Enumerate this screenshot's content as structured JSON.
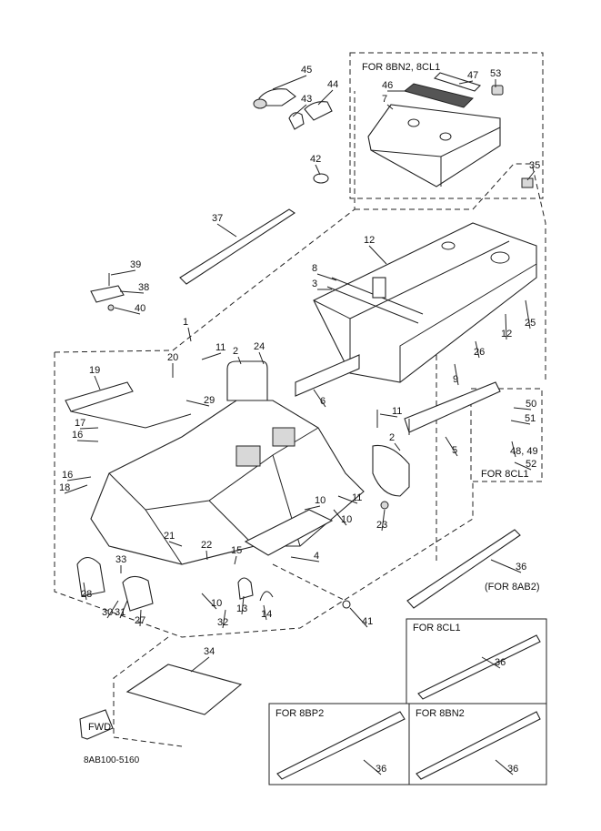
{
  "diagram": {
    "doc_code": "8AB100-5160",
    "fwd_label": "FWD",
    "box_labels": {
      "for_8bn2_8cl1": "FOR 8BN2, 8CL1",
      "for_8ab2": "(FOR 8AB2)",
      "for_8cl1_side": "FOR 8CL1",
      "for_8cl1": "FOR 8CL1",
      "for_8bp2": "FOR 8BP2",
      "for_8bn2": "FOR 8BN2"
    },
    "callouts": [
      "45",
      "44",
      "43",
      "42",
      "37",
      "39",
      "38",
      "40",
      "1",
      "12",
      "8",
      "3",
      "35",
      "53",
      "47",
      "46",
      "7",
      "25",
      "12",
      "26",
      "9",
      "11",
      "2",
      "24",
      "20",
      "19",
      "29",
      "6",
      "11",
      "17",
      "16",
      "16",
      "18",
      "10",
      "11",
      "10",
      "23",
      "5",
      "2",
      "50",
      "51",
      "48, 49",
      "52",
      "21",
      "22",
      "15",
      "4",
      "33",
      "28",
      "30",
      "31",
      "27",
      "10",
      "32",
      "13",
      "14",
      "41",
      "36",
      "36",
      "36",
      "36",
      "34"
    ]
  }
}
